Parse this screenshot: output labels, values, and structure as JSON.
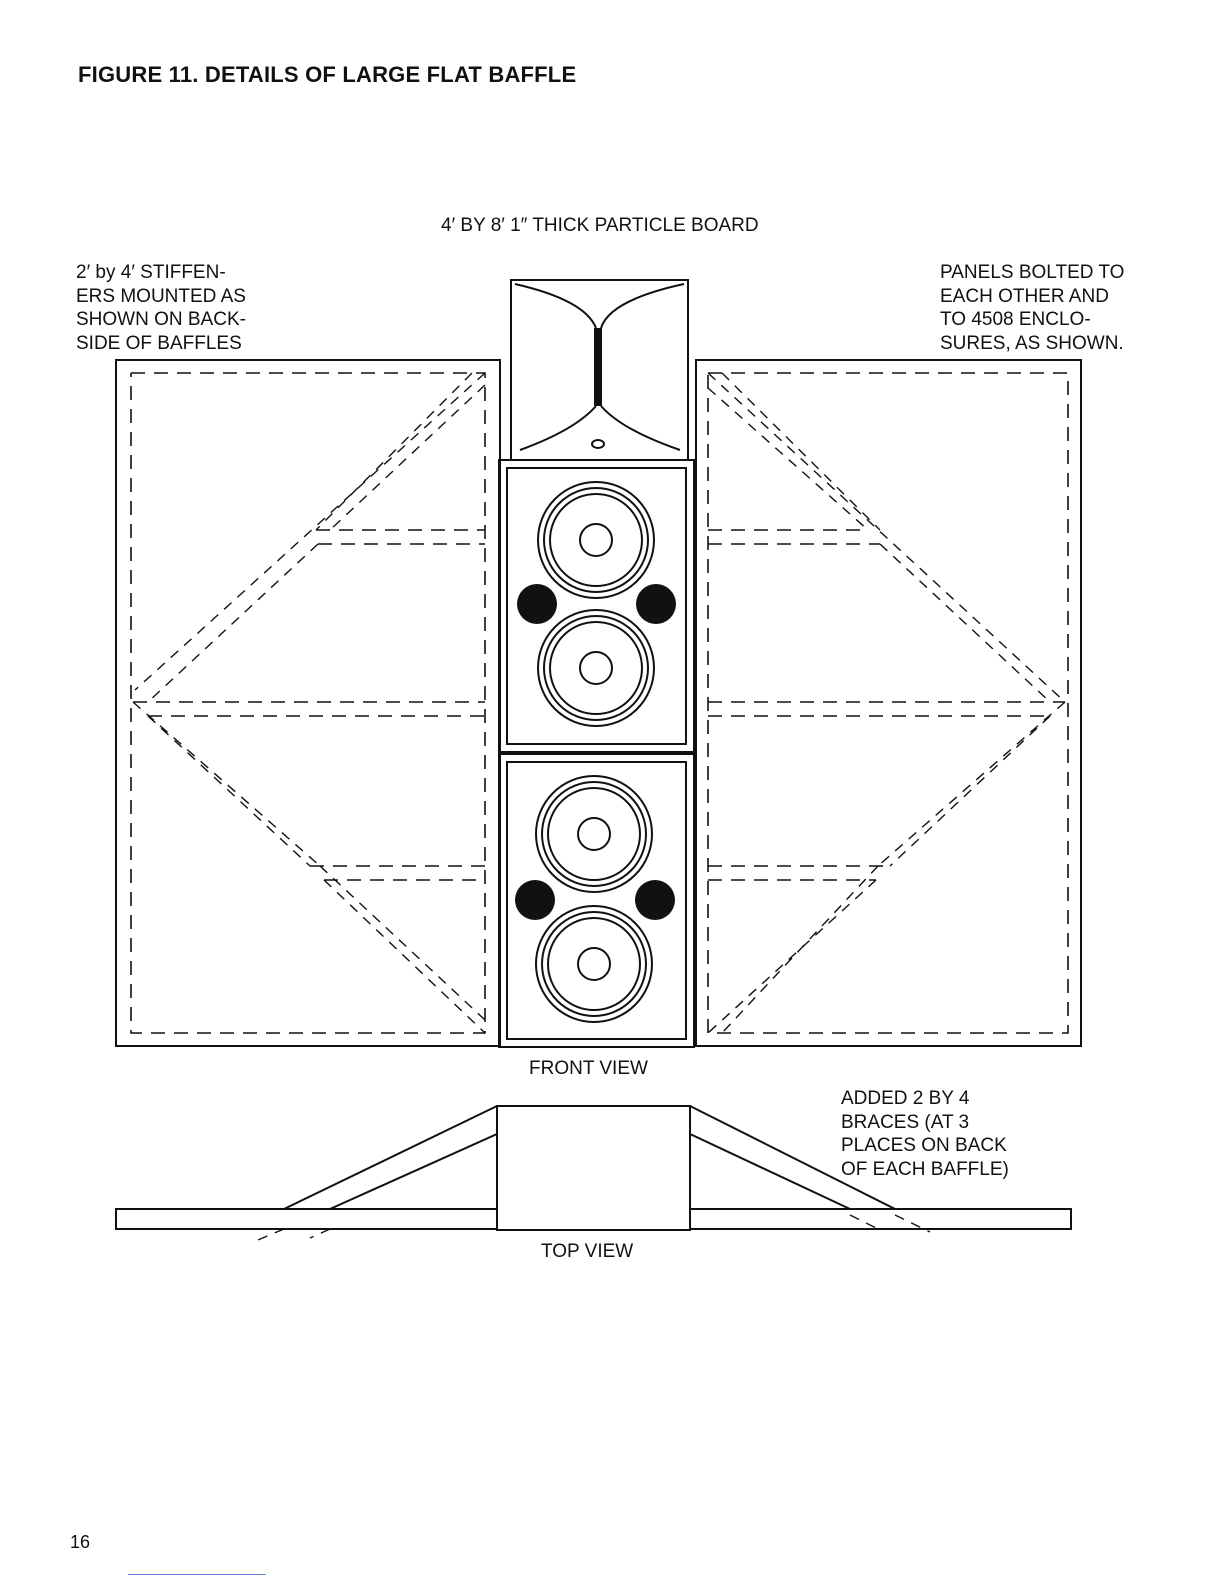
{
  "figure": {
    "title": "FIGURE 11. DETAILS OF LARGE FLAT BAFFLE",
    "page_number": "16"
  },
  "labels": {
    "particle_board": "4′ BY 8′ 1″ THICK PARTICLE BOARD",
    "stiffeners": "2′ by 4′ STIFFEN-\nERS MOUNTED AS\nSHOWN ON BACK-\nSIDE OF BAFFLES",
    "panels": "PANELS BOLTED TO\nEACH OTHER AND\nTO 4508 ENCLO-\nSURES, AS SHOWN.",
    "front_view": "FRONT VIEW",
    "braces": "ADDED 2 BY 4\nBRACES (AT 3\nPLACES ON BACK\nOF EACH BAFFLE)",
    "top_view": "TOP VIEW"
  },
  "colors": {
    "ink": "#111111",
    "woofer_port": "#111111",
    "footer_rule": "#6b7fd6"
  }
}
